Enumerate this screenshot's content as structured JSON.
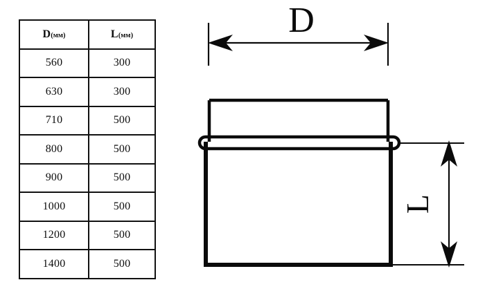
{
  "table": {
    "headers": [
      {
        "symbol": "D",
        "unit": "(мм)"
      },
      {
        "symbol": "L",
        "unit": "(мм)"
      }
    ],
    "rows": [
      {
        "d": "560",
        "l": "300"
      },
      {
        "d": "630",
        "l": "300"
      },
      {
        "d": "710",
        "l": "500"
      },
      {
        "d": "800",
        "l": "500"
      },
      {
        "d": "900",
        "l": "500"
      },
      {
        "d": "1000",
        "l": "500"
      },
      {
        "d": "1200",
        "l": "500"
      },
      {
        "d": "1400",
        "l": "500"
      }
    ]
  },
  "drawing": {
    "diameter_label": "D",
    "length_label": "L",
    "line_color": "#0b0b0b",
    "background_color": "#ffffff"
  }
}
